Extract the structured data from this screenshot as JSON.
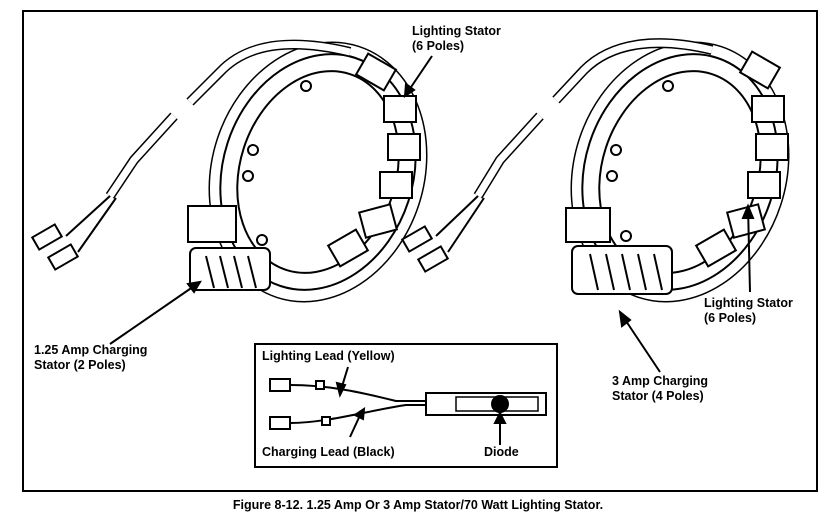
{
  "labels": {
    "top_left_stator": "Lighting Stator",
    "top_left_poles": "(6 Poles)",
    "left_charging_line1": "1.25 Amp Charging",
    "left_charging_line2": "Stator (2 Poles)",
    "right_lighting_line1": "Lighting Stator",
    "right_lighting_line2": "(6 Poles)",
    "right_charging_line1": "3 Amp Charging",
    "right_charging_line2": "Stator (4 Poles)"
  },
  "inset": {
    "lighting_lead": "Lighting Lead (Yellow)",
    "charging_lead": "Charging Lead (Black)",
    "diode": "Diode"
  },
  "caption": "Figure 8-12. 1.25 Amp Or 3 Amp Stator/70 Watt Lighting Stator."
}
